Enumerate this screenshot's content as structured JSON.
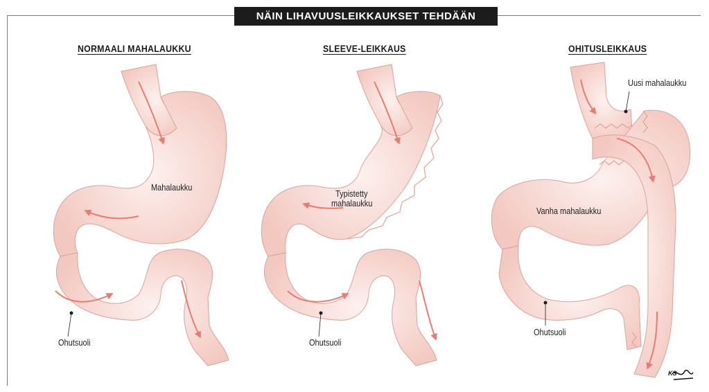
{
  "title": "NÄIN LIHAVUUSLEIKKAUKSET TEHDÄÄN",
  "panels": [
    {
      "heading": "NORMAALI MAHALAUKKU",
      "labels": {
        "stomach": "Mahalaukku",
        "intestine": "Ohutsuoli"
      }
    },
    {
      "heading": "SLEEVE-LEIKKAUS",
      "labels": {
        "stomach_line1": "Typistetty",
        "stomach_line2": "mahalaukku",
        "intestine": "Ohutsuoli"
      }
    },
    {
      "heading": "OHITUSLEIKKAUS",
      "labels": {
        "new_stomach": "Uusi mahalaukku",
        "old_stomach": "Vanha mahalaukku",
        "intestine": "Ohutsuoli"
      }
    }
  ],
  "credit": "KS",
  "colors": {
    "organ_fill": "#f6d3cd",
    "organ_light": "#fdf0ee",
    "organ_outline": "#d9a39a",
    "arrow": "#ef7a6c",
    "title_bg": "#1c1c1c"
  }
}
